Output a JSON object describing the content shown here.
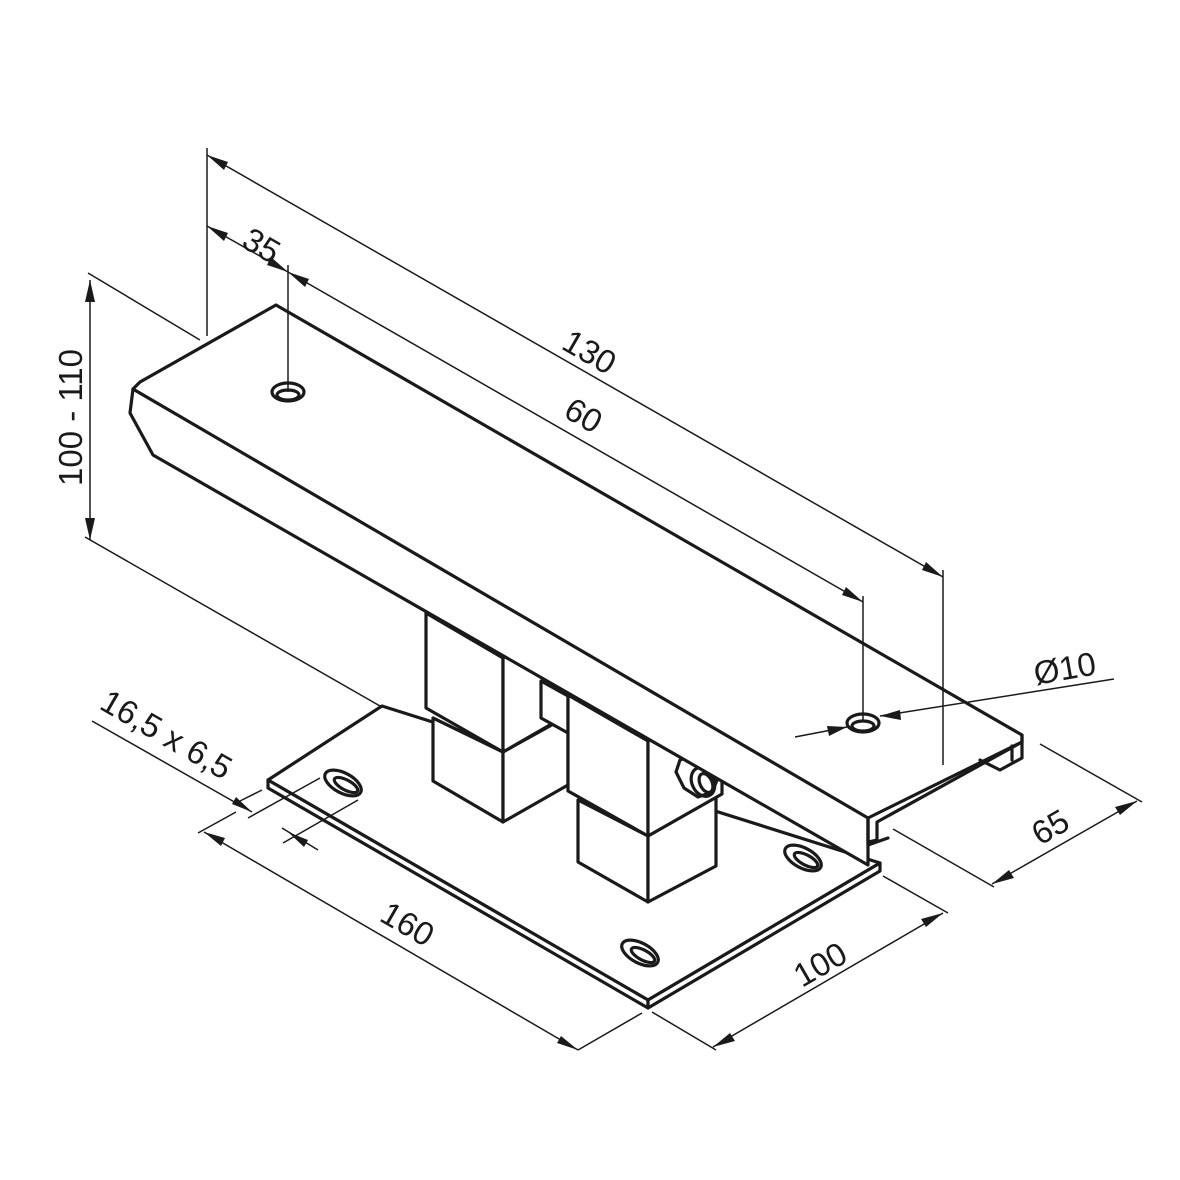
{
  "drawing": {
    "type": "isometric technical drawing",
    "subject": "adjustable post base / bracket with U-channel top plate, two square telescopic tubes and slotted base plate",
    "colors": {
      "line": "#1a1a1a",
      "background": "#ffffff"
    }
  },
  "dimensions": {
    "height": "100 - 110",
    "top_hole_offset": "35",
    "top_length": "130",
    "hole_spacing": "60",
    "hole_diameter": "Ø10",
    "top_width": "65",
    "slot_size": "16,5 x 6,5",
    "base_length": "160",
    "base_width": "100"
  }
}
